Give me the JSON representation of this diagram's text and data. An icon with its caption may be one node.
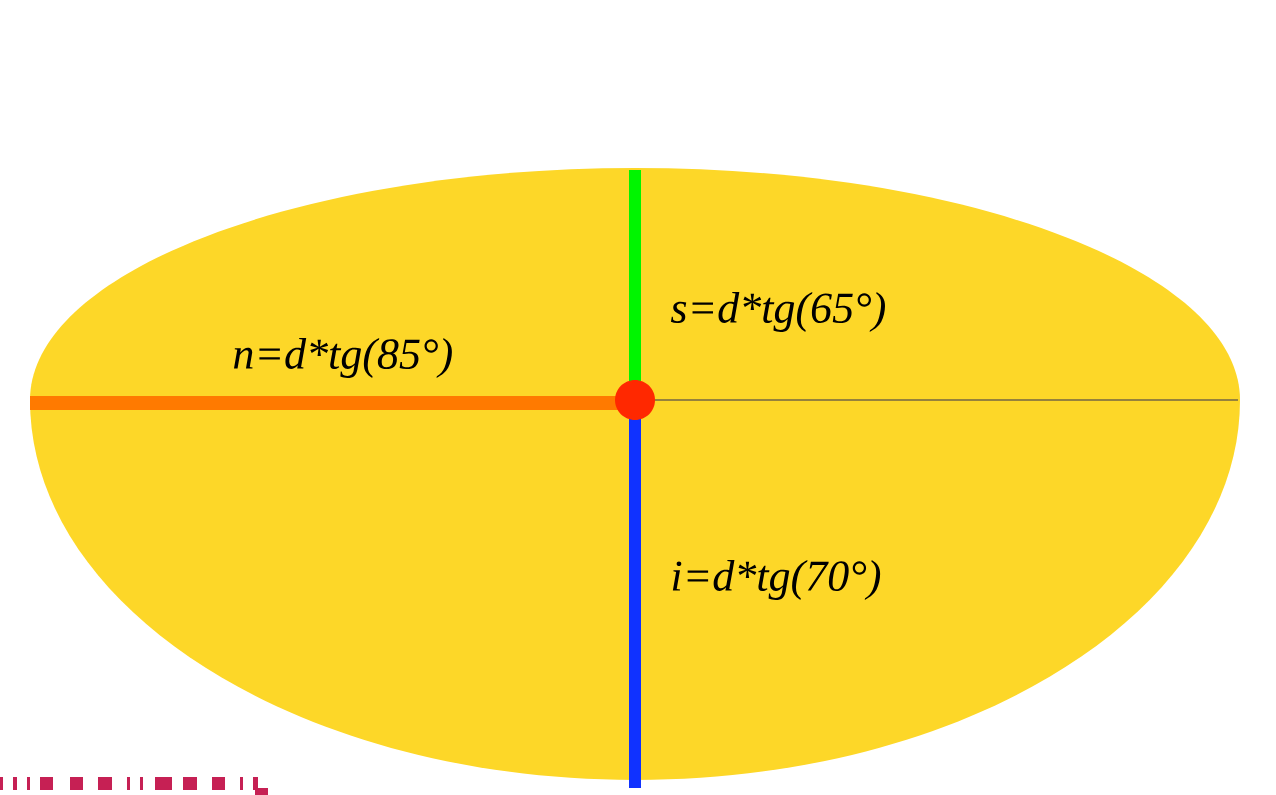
{
  "diagram": {
    "labels": [
      "n=d*tg(85°)",
      "s=d*tg(65°)",
      "i=d*tg(70°)"
    ]
  }
}
